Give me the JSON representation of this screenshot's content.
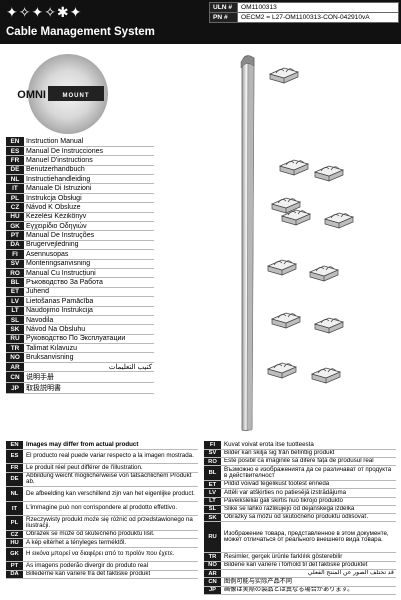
{
  "header": {
    "brandmark": "✦✧✦✧✱✦",
    "title": "Cable Management System",
    "uln_label": "ULN #",
    "uln_value": "OM1100313",
    "pn_label": "PN #",
    "pn_value": "OECM2 = L27-OM1100313-CON-042910vA"
  },
  "logo": {
    "left_text": "OMNI",
    "right_text": "MOUNT"
  },
  "manuals": [
    {
      "code": "EN",
      "text": "Instruction Manual"
    },
    {
      "code": "ES",
      "text": "Manual De Instrucciones"
    },
    {
      "code": "FR",
      "text": "Manuel D'instructions"
    },
    {
      "code": "DE",
      "text": "Benutzerhandbuch"
    },
    {
      "code": "NL",
      "text": "Instructiehandleiding"
    },
    {
      "code": "IT",
      "text": "Manuale Di Istruzioni"
    },
    {
      "code": "PL",
      "text": "Instrukcja Obsługi"
    },
    {
      "code": "CZ",
      "text": "Návod K Obsluze"
    },
    {
      "code": "HU",
      "text": "Kezelési Kézikönyv"
    },
    {
      "code": "GK",
      "text": "Εγχειρίδιο Οδηγιών"
    },
    {
      "code": "PT",
      "text": "Manual De Instruções"
    },
    {
      "code": "DA",
      "text": "Brugervejledning"
    },
    {
      "code": "FI",
      "text": "Asennusopas"
    },
    {
      "code": "SV",
      "text": "Monteringsanvisning"
    },
    {
      "code": "RO",
      "text": "Manual Cu Instrucțiuni"
    },
    {
      "code": "BL",
      "text": "Ръководство За Работа"
    },
    {
      "code": "ET",
      "text": "Juhend"
    },
    {
      "code": "LV",
      "text": "Lietošanas Pamācība"
    },
    {
      "code": "LT",
      "text": "Naudojimo Instrukcija"
    },
    {
      "code": "SL",
      "text": "Navodila"
    },
    {
      "code": "SK",
      "text": "Návod Na Obsluhu"
    },
    {
      "code": "RU",
      "text": "Руководство По Эксплуатации"
    },
    {
      "code": "TR",
      "text": "Talimat Kılavuzu"
    },
    {
      "code": "NO",
      "text": "Bruksanvisning"
    },
    {
      "code": "AR",
      "text": "كتيب التعليمات"
    },
    {
      "code": "CN",
      "text": "说明手册"
    },
    {
      "code": "JP",
      "text": "取扱説明書"
    }
  ],
  "disclaimers_left": [
    {
      "code": "EN",
      "text": "Images may differ from actual product",
      "rows": 1
    },
    {
      "code": "ES",
      "text": "El producto real puede variar respecto a la imagen mostrada.",
      "rows": 2
    },
    {
      "code": "FR",
      "text": "Le produit réel peut différer de l'illustration.",
      "rows": 1
    },
    {
      "code": "DE",
      "text": "Abbildung weicht möglicherweise von tatsächlichem Produkt ab.",
      "rows": 2
    },
    {
      "code": "NL",
      "text": "De afbeelding kan verschillend zijn van het eigenlijke product.",
      "rows": 2
    },
    {
      "code": "IT",
      "text": "L'immagine può non corrispondere al prodotto effettivo.",
      "rows": 2
    },
    {
      "code": "PL",
      "text": "Rzeczywisty produkt może się różnić od przedstawionego na ilustracji.",
      "rows": 2
    },
    {
      "code": "CZ",
      "text": "Obrázek se může od skutečného produktu lišit.",
      "rows": 1
    },
    {
      "code": "HU",
      "text": "A kép eltérhet a tényleges terméktől.",
      "rows": 1
    },
    {
      "code": "GK",
      "text": "Η εικόνα μπορεί να διαφέρει από το προϊόν που έχετε.",
      "rows": 2
    },
    {
      "code": "PT",
      "text": "As imagens poderão divergir do produto real",
      "rows": 1
    },
    {
      "code": "DA",
      "text": "Billederne kan variere fra det faktiske produkt",
      "rows": 1
    }
  ],
  "disclaimers_right": [
    {
      "code": "FI",
      "text": "Kuvat voivat erota itse tuotteesta",
      "rows": 1
    },
    {
      "code": "SV",
      "text": "Bilder kan skilja sig från befintlig produkt",
      "rows": 1
    },
    {
      "code": "RO",
      "text": "Este posibil ca imaginile să difere față de produsul real",
      "rows": 1
    },
    {
      "code": "BL",
      "text": "Възможно е изображенията да се различават от продукта в действителност",
      "rows": 2
    },
    {
      "code": "ET",
      "text": "Pildid võivad tegelikust tootest erineda",
      "rows": 1
    },
    {
      "code": "LV",
      "text": "Attēli var atšķirties no patiesējā izstrādājuma",
      "rows": 1
    },
    {
      "code": "LT",
      "text": "Paveikslėliai gali skirtis nuo tikrojo produkto",
      "rows": 1
    },
    {
      "code": "SL",
      "text": "Slike se lahko razlikujejo od dejanskega izdelka",
      "rows": 1
    },
    {
      "code": "SK",
      "text": "Obrázky sa môžu od skutočného produktu odlišovať.",
      "rows": 1
    },
    {
      "code": "RU",
      "text": "Изображение товара, представленное в этом документе, может отличаться от реального внешнего вида товара.",
      "rows": 4
    },
    {
      "code": "TR",
      "text": "Resimler, gerçek ürünle farklılık gösterebilir",
      "rows": 1
    },
    {
      "code": "NO",
      "text": "Bildene kan variere i forhold til det faktiske produktet",
      "rows": 1
    },
    {
      "code": "AR",
      "text": "قد تختلف الصور عن المنتج الفعلي",
      "rows": 1
    },
    {
      "code": "CN",
      "text": "图例可能与实际产品不同",
      "rows": 1
    },
    {
      "code": "JP",
      "text": "画像は実際の製品とは異なる場合があります。",
      "rows": 1
    }
  ]
}
